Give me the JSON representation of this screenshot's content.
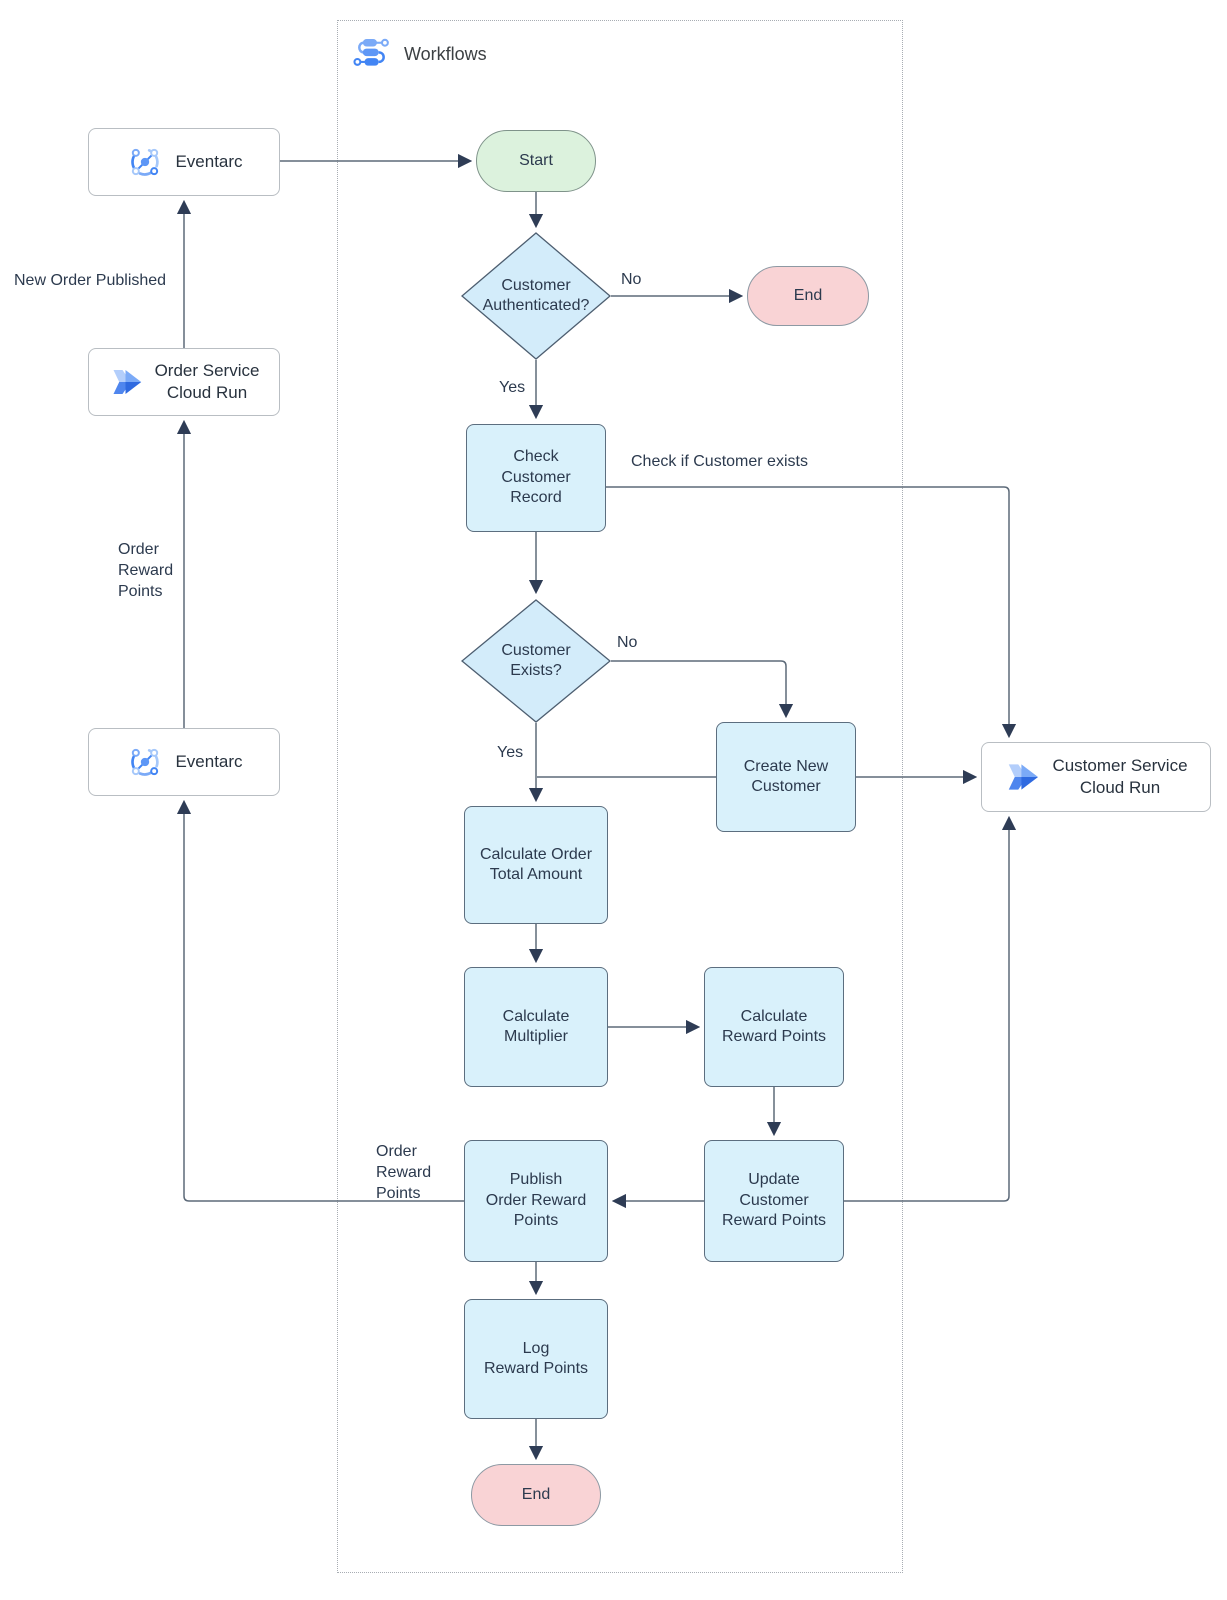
{
  "title": {
    "label": "Workflows"
  },
  "external": {
    "eventarc_top": {
      "label": "Eventarc"
    },
    "order_service": {
      "line1": "Order Service",
      "line2": "Cloud Run"
    },
    "eventarc_bottom": {
      "label": "Eventarc"
    },
    "customer_service": {
      "line1": "Customer Service",
      "line2": "Cloud Run"
    }
  },
  "nodes": {
    "start": {
      "label": "Start"
    },
    "auth_check": {
      "line1": "Customer",
      "line2": "Authenticated?"
    },
    "end_top": {
      "label": "End"
    },
    "check_record": {
      "line1": "Check",
      "line2": "Customer",
      "line3": "Record"
    },
    "exists_check": {
      "line1": "Customer",
      "line2": "Exists?"
    },
    "create_customer": {
      "line1": "Create New",
      "line2": "Customer"
    },
    "calc_total": {
      "line1": "Calculate Order",
      "line2": "Total Amount"
    },
    "calc_multiplier": {
      "line1": "Calculate",
      "line2": "Multiplier"
    },
    "calc_reward": {
      "line1": "Calculate",
      "line2": "Reward Points"
    },
    "update_reward": {
      "line1": "Update",
      "line2": "Customer",
      "line3": "Reward Points"
    },
    "publish_reward": {
      "line1": "Publish",
      "line2": "Order Reward",
      "line3": "Points"
    },
    "log_reward": {
      "line1": "Log",
      "line2": "Reward Points"
    },
    "end_bottom": {
      "label": "End"
    }
  },
  "edge_labels": {
    "no_top": "No",
    "yes_top": "Yes",
    "no_mid": "No",
    "yes_mid": "Yes",
    "check_if_customer_exists": "Check if Customer exists",
    "new_order_published": "New Order Published",
    "order_reward_points_left": {
      "line1": "Order",
      "line2": "Reward",
      "line3": "Points"
    },
    "order_reward_points_publish": {
      "line1": "Order",
      "line2": "Reward",
      "line3": "Points"
    }
  },
  "icons": {
    "workflows": "workflows-icon",
    "eventarc": "eventarc-icon",
    "cloud_run": "cloud-run-icon"
  },
  "colors": {
    "process_fill": "#d9f1fb",
    "process_stroke": "#5c6e7f",
    "decision_fill": "#d3ecfa",
    "decision_stroke": "#4d5e70",
    "start_fill": "#dcf2dd",
    "start_stroke": "#7f938a",
    "end_fill": "#f9d3d5",
    "end_stroke": "#8d99a3",
    "connector": "#5d6a79",
    "arrowhead": "#2e3c55",
    "service_box_stroke": "#b9bec3",
    "container_border": "#a8adb3",
    "icon_blue": "#4285f4",
    "icon_blue_mid": "#7baaf7",
    "icon_blue_light": "#a6c8fa"
  }
}
